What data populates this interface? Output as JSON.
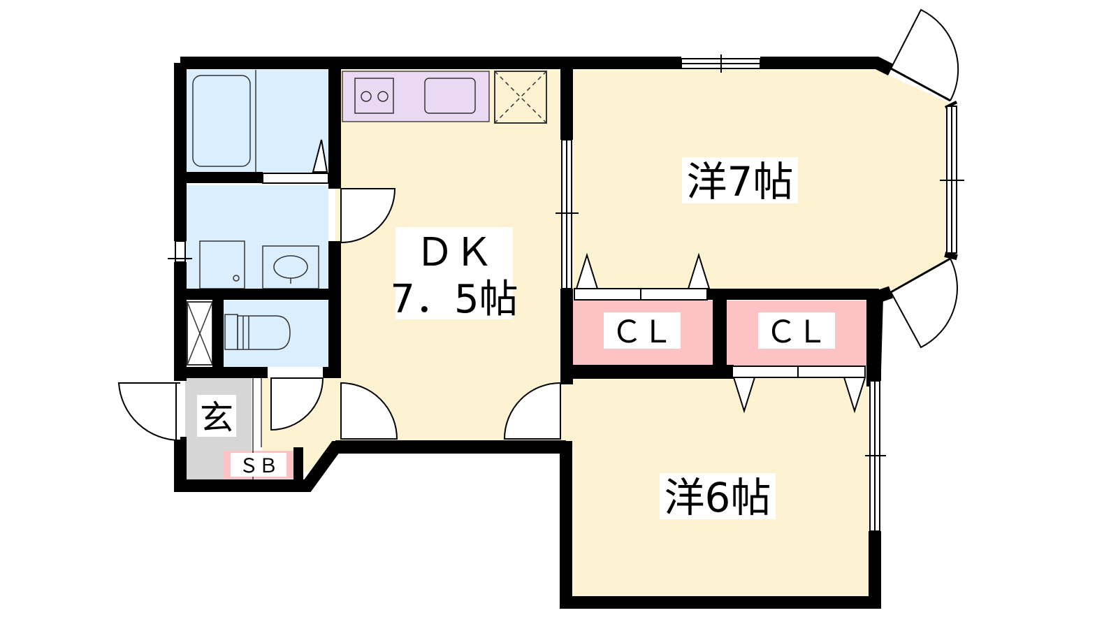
{
  "rooms": {
    "dk": {
      "line1": "ＤＫ",
      "line2": "7．5帖"
    },
    "western7": {
      "label": "洋7帖"
    },
    "western6": {
      "label": "洋6帖"
    },
    "entrance": {
      "label": "玄"
    },
    "shoe_box": {
      "label": "ＳＢ"
    },
    "closet_left": {
      "label": "ＣＬ"
    },
    "closet_right": {
      "label": "ＣＬ"
    }
  },
  "colors": {
    "wall": "#000000",
    "living_floor": "#fdf3d3",
    "wet_area": "#dbeefe",
    "kitchen_counter": "#ead9f3",
    "closet": "#fcc2c4",
    "entrance_floor": "#d6d6d6",
    "fixture_line": "#333333"
  }
}
